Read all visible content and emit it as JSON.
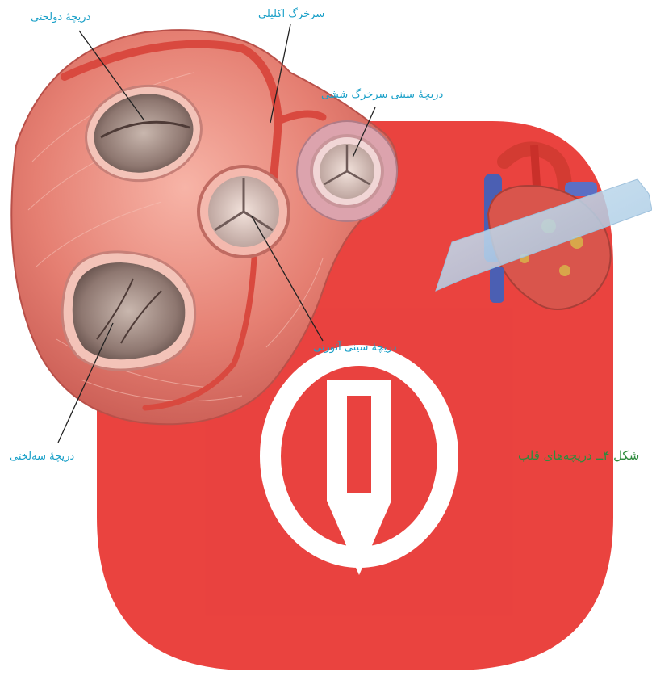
{
  "labels": {
    "mitral": "دریچهٔ دولختی",
    "coronary": "سرخرگ اکلیلی",
    "pulmonary": "دریچهٔ سینی سرخرگ ششی",
    "aortic": "دریچهٔ سینی آئورتی",
    "tricuspid": "دریچهٔ سه‌لختی"
  },
  "caption": "شکل ۴ــ دریچه‌های قلب",
  "colors": {
    "label": "#1aa0c8",
    "caption": "#2e8b3d",
    "watermark": "#e8332f",
    "muscle": "#e9857a",
    "ring": "#f4b9ae"
  }
}
